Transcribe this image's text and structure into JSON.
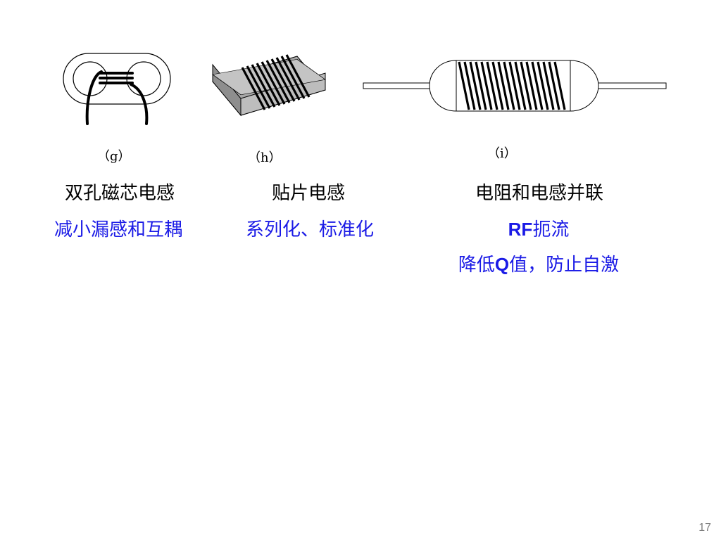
{
  "figures": [
    {
      "label": "（g）",
      "title": "双孔磁芯电感",
      "notes": [
        "减小漏感和互耦"
      ]
    },
    {
      "label": "（h）",
      "title": "贴片电感",
      "notes": [
        "系列化、标准化"
      ]
    },
    {
      "label": "（i）",
      "title": "电阻和电感并联",
      "notes": [
        {
          "pre": "",
          "bold": "RF",
          "post": "扼流"
        },
        {
          "pre": "降低",
          "bold": "Q",
          "post": "值，防止自激"
        }
      ]
    }
  ],
  "page_number": "17",
  "colors": {
    "note": "#1a1ae6",
    "stroke": "#000000",
    "chip_gray": "#a6a6a6"
  },
  "icons": [
    "binocular-core-inductor-icon",
    "chip-inductor-icon",
    "resistor-inductor-icon"
  ]
}
